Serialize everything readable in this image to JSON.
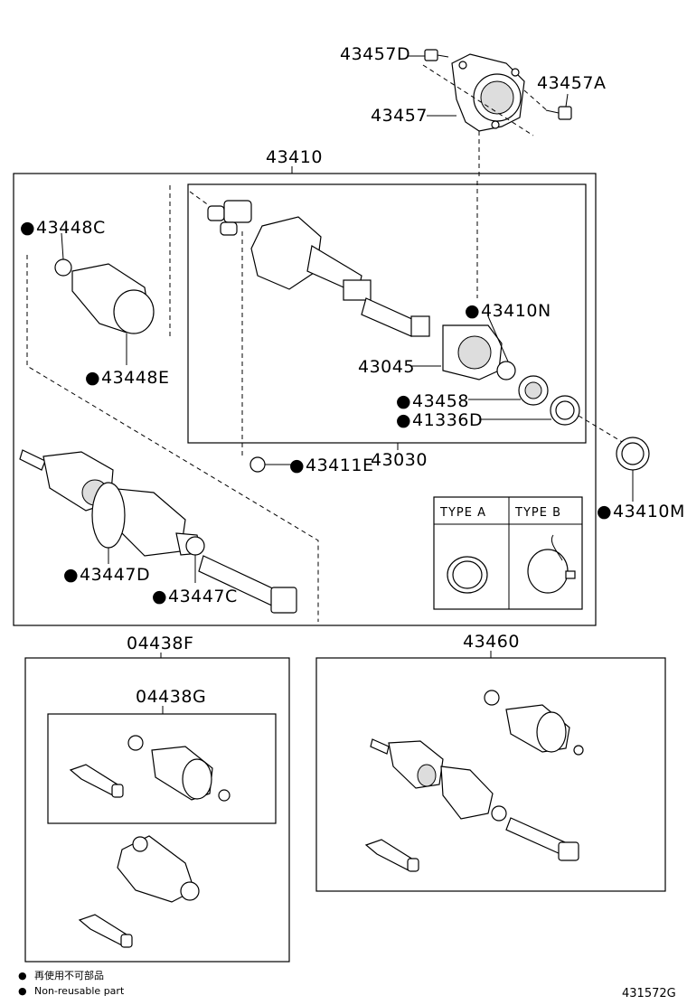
{
  "labels": {
    "p43457D": "43457D",
    "p43457A": "43457A",
    "p43457": "43457",
    "p43410": "43410",
    "p43448C": "43448C",
    "p43448E": "43448E",
    "p43410N": "43410N",
    "p43045": "43045",
    "p43458": "43458",
    "p41336D": "41336D",
    "p43411E": "43411E",
    "p43030": "43030",
    "p43410M": "43410M",
    "p43447D": "43447D",
    "p43447C": "43447C",
    "p04438F": "04438F",
    "p43460": "43460",
    "p04438G": "04438G"
  },
  "types": {
    "type_a": "TYPE A",
    "type_b": "TYPE B"
  },
  "legend": {
    "line1": "再使用不可部品",
    "line2": "Non-reusable part"
  },
  "diagram_code": "431572G",
  "non_reusable_marker": "●"
}
